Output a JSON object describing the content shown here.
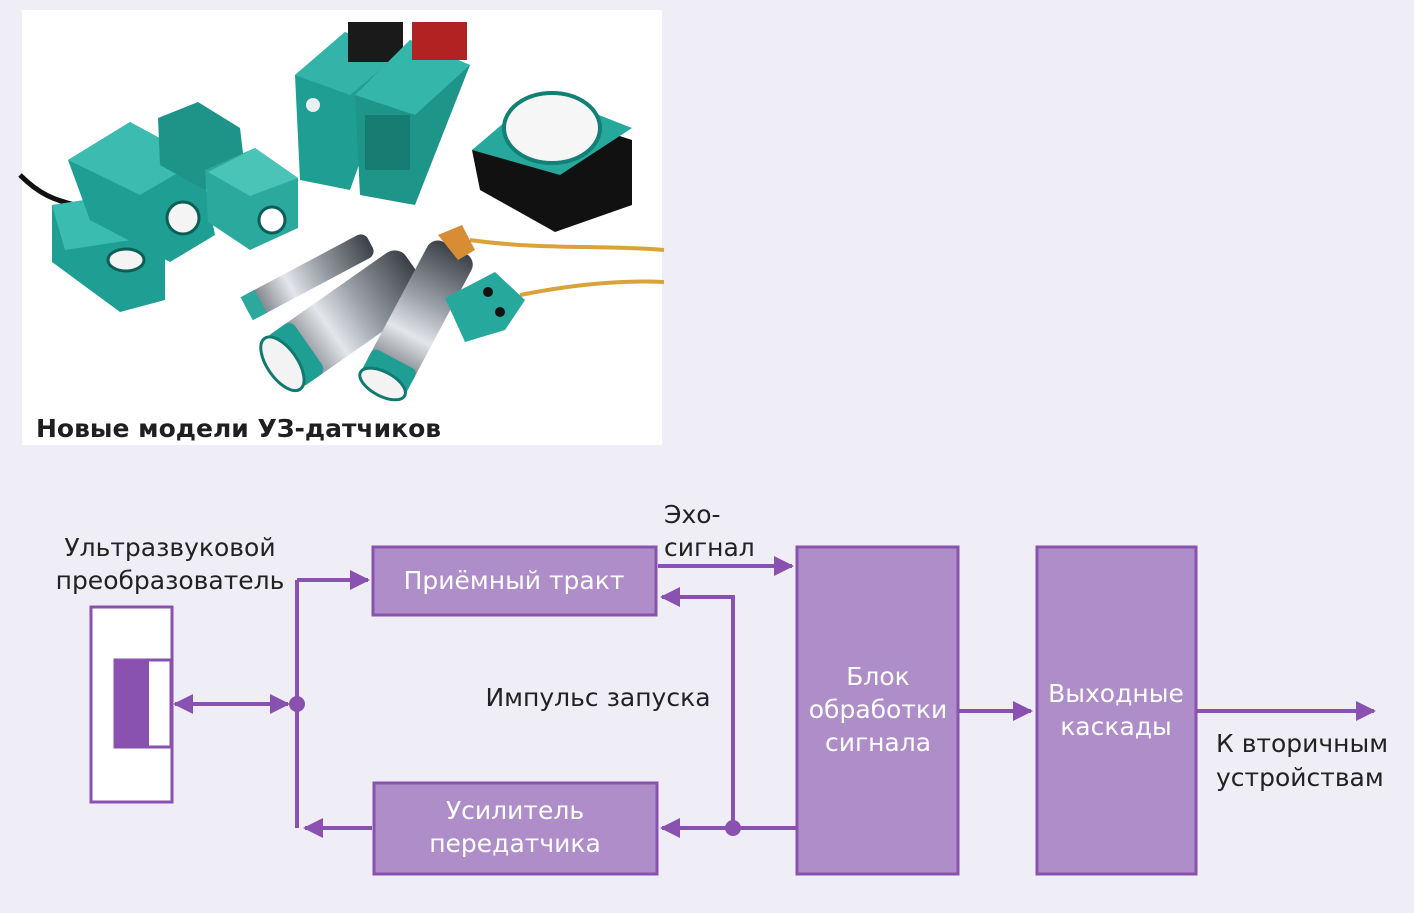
{
  "colors": {
    "background": "#efeef6",
    "block_fill": "#ae8dc8",
    "block_stroke": "#8a52b0",
    "line": "#8a52b0",
    "sensor_teal": "#1f9e93",
    "sensor_dark": "#12665f"
  },
  "photo": {
    "caption": "Новые модели УЗ-датчиков",
    "icon": "ultrasonic-sensors-photo"
  },
  "diagram": {
    "transducer_label_1": "Ультразвуковой",
    "transducer_label_2": "преобразователь",
    "receiver": "Приёмный тракт",
    "echo_1": "Эхо-",
    "echo_2": "сигнал",
    "trigger_pulse": "Импульс запуска",
    "transmitter_1": "Усилитель",
    "transmitter_2": "передатчика",
    "processing_1": "Блок",
    "processing_2": "обработки",
    "processing_3": "сигнала",
    "output_1": "Выходные",
    "output_2": "каскады",
    "to_devices_1": "К вторичным",
    "to_devices_2": "устройствам"
  }
}
